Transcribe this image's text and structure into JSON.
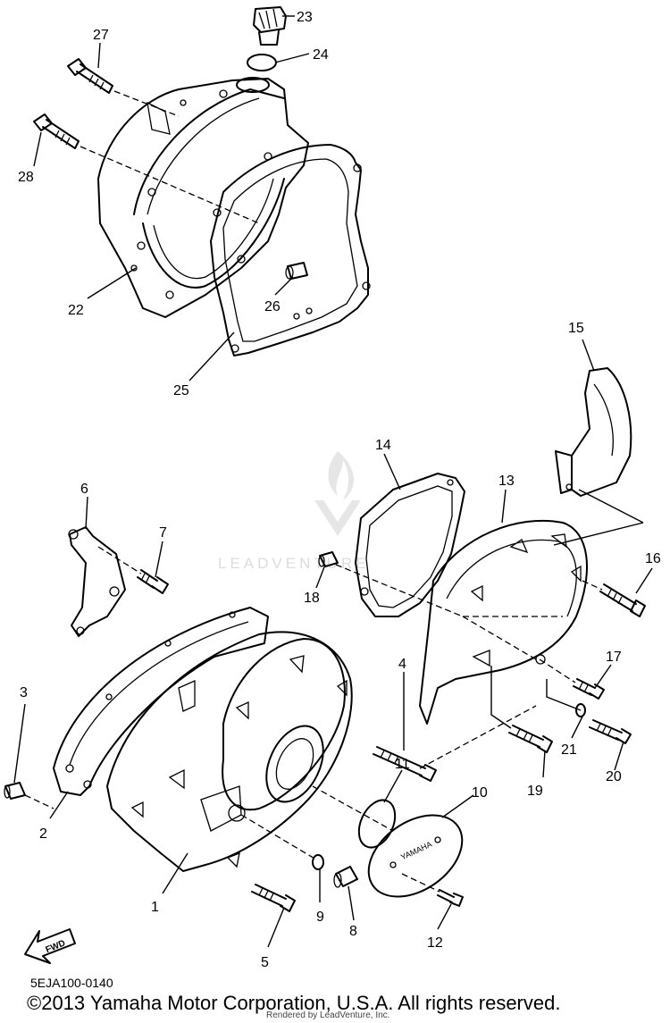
{
  "callouts": [
    {
      "id": "1",
      "label": "1"
    },
    {
      "id": "2",
      "label": "2"
    },
    {
      "id": "3",
      "label": "3"
    },
    {
      "id": "4",
      "label": "4"
    },
    {
      "id": "5",
      "label": "5"
    },
    {
      "id": "6",
      "label": "6"
    },
    {
      "id": "7",
      "label": "7"
    },
    {
      "id": "8",
      "label": "8"
    },
    {
      "id": "9",
      "label": "9"
    },
    {
      "id": "10",
      "label": "10"
    },
    {
      "id": "11",
      "label": "11"
    },
    {
      "id": "12",
      "label": "12"
    },
    {
      "id": "13",
      "label": "13"
    },
    {
      "id": "14",
      "label": "14"
    },
    {
      "id": "15",
      "label": "15"
    },
    {
      "id": "16",
      "label": "16"
    },
    {
      "id": "17",
      "label": "17"
    },
    {
      "id": "18",
      "label": "18"
    },
    {
      "id": "19",
      "label": "19"
    },
    {
      "id": "20",
      "label": "20"
    },
    {
      "id": "21",
      "label": "21"
    },
    {
      "id": "22",
      "label": "22"
    },
    {
      "id": "23",
      "label": "23"
    },
    {
      "id": "24",
      "label": "24"
    },
    {
      "id": "25",
      "label": "25"
    },
    {
      "id": "26",
      "label": "26"
    },
    {
      "id": "27",
      "label": "27"
    },
    {
      "id": "28",
      "label": "28"
    }
  ],
  "fwd_arrow": "FWD",
  "cover_stamp": "YAMAHA",
  "watermark": "LEADVENTURE",
  "diagram_code": "5EJA100-0140",
  "copyright": "©2013 Yamaha Motor Corporation, U.S.A. All rights reserved.",
  "rendered_by": "Rendered by LeadVenture, Inc."
}
